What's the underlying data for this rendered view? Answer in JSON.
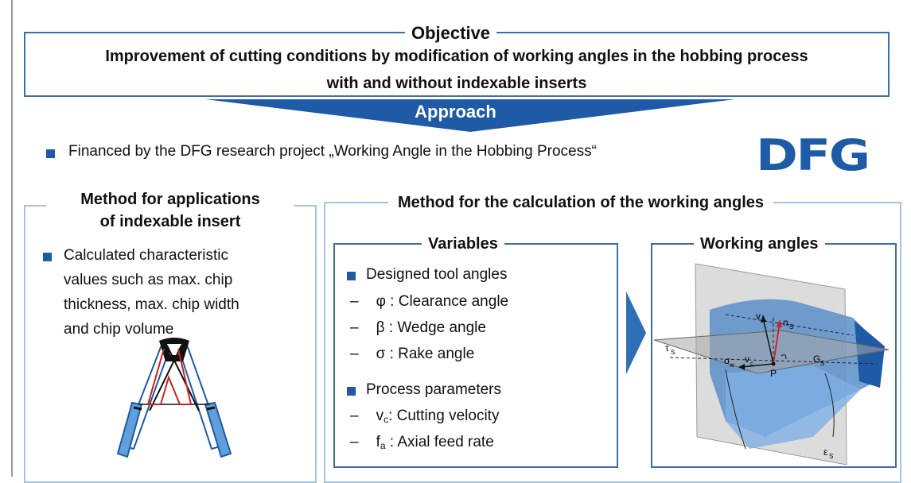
{
  "objective": {
    "title": "Objective",
    "line1": "Improvement of cutting conditions by modification of working angles in the hobbing process",
    "line2": "with and without indexable inserts"
  },
  "approach": {
    "label": "Approach",
    "financed_text": "Financed by the DFG research project „Working Angle  in the Hobbing  Process“",
    "logo_text": "DFG"
  },
  "left_panel": {
    "title_line1": "Method for applications",
    "title_line2": "of indexable insert",
    "bullet_lines": [
      "Calculated characteristic",
      "values such as max. chip",
      "thickness, max. chip width",
      "and chip volume"
    ]
  },
  "right_panel": {
    "title": "Method for the calculation of the working angles",
    "variables": {
      "title": "Variables",
      "designed_label": "Designed tool angles",
      "designed_items": [
        {
          "symbol": "φ",
          "text": ": Clearance angle"
        },
        {
          "symbol": "β",
          "text": ": Wedge angle"
        },
        {
          "symbol": "σ",
          "text": ": Rake angle"
        }
      ],
      "process_label": "Process parameters",
      "process_items": [
        {
          "symbol": "v",
          "sub": "c",
          "text": ": Cutting velocity"
        },
        {
          "symbol": "f",
          "sub": "a",
          "text": " : Axial feed rate"
        }
      ],
      "dash": "–"
    },
    "working_angles": {
      "title": "Working angles",
      "labels": {
        "v": "v",
        "n_s": "n",
        "n_s_sub": "S",
        "tau_s": "τ",
        "tau_s_sub": "S",
        "sigma": "σ",
        "sigma_sub": "w",
        "v_c": "v",
        "v_c_sub": "c",
        "p": "P",
        "g_s": "G",
        "g_s_sub": "S",
        "eps_s": "ε",
        "eps_s_sub": "S"
      }
    }
  },
  "colors": {
    "dark_blue": "#1f5aa6",
    "frame_blue": "#3c6ea8",
    "light_frame": "#a9c2e0",
    "chip_red": "#d21e1e",
    "insert_blue": "#5f9fdc"
  }
}
